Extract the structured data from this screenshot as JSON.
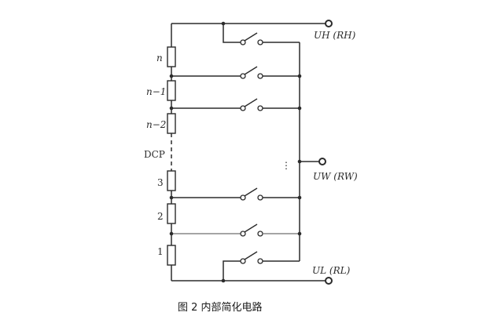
{
  "resistor_labels": {
    "r_n": "n",
    "r_n1": "n−1",
    "r_n2": "n−2",
    "dcp": "DCP",
    "r_3": "3",
    "r_2": "2",
    "r_1": "1"
  },
  "terminals": {
    "high": "UH (RH)",
    "wiper": "UW (RW)",
    "low": "UL (RL)"
  },
  "ellipsis": "⋮",
  "caption": "图 2  内部简化电路"
}
